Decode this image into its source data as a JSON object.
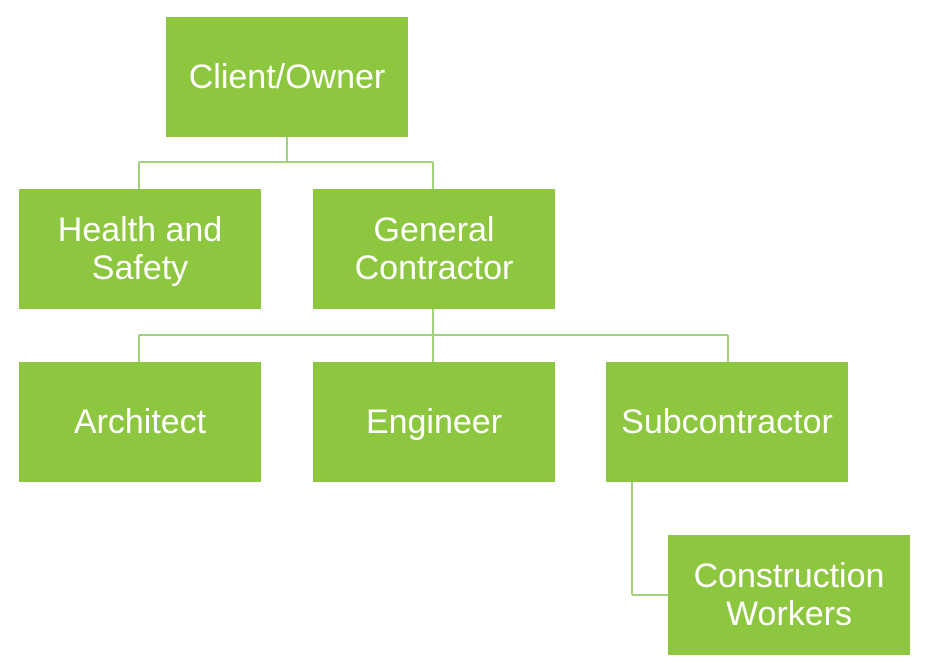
{
  "colors": {
    "node_fill": "#8dc63f",
    "node_text": "#ffffff",
    "connector": "#9fd27a",
    "background": "#ffffff"
  },
  "nodes": {
    "client_owner": "Client/Owner",
    "health_and_safety": "Health and\nSafety",
    "general_contractor": "General\nContractor",
    "architect": "Architect",
    "engineer": "Engineer",
    "subcontractor": "Subcontractor",
    "construction_workers": "Construction\nWorkers"
  }
}
